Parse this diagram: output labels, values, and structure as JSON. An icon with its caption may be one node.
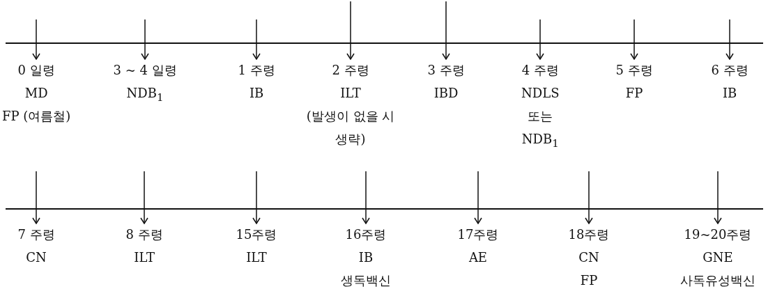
{
  "diagram": {
    "nodes": [
      {
        "text": [
          "0 일령",
          "MD",
          "FP (여름철)"
        ]
      },
      {
        "text": [
          "3 ~ 4 일령",
          "NDB$_{1}$"
        ]
      },
      {
        "text": [
          "1 주령",
          "IB"
        ]
      },
      {
        "text": [
          "2 주령",
          "ILT",
          "(발생이 없을 시 생략)"
        ]
      },
      {
        "text": [
          "3 주령",
          "IBD"
        ]
      },
      {
        "text": [
          "4 주령",
          "NDLS",
          "또는",
          "NDB$_{1}$"
        ]
      },
      {
        "text": [
          "5 주령",
          "FP"
        ]
      },
      {
        "text": [
          "6 주령",
          "IB"
        ]
      },
      {
        "text": [
          "7 주령",
          "CN"
        ]
      },
      {
        "text": [
          "8 주령",
          "ILT"
        ]
      },
      {
        "text": [
          "15주령",
          "ILT"
        ]
      },
      {
        "text": [
          "16주령",
          "IB",
          "생독백신"
        ]
      },
      {
        "text": [
          "17주령",
          "AE"
        ]
      },
      {
        "text": [
          "18주령",
          "CN",
          "FP"
        ]
      },
      {
        "text": [
          "19~20주령",
          "GNE",
          "사독유성백신"
        ]
      }
    ],
    "edges": [
      {
        "from": null,
        "to": 0,
        "arrow": "to"
      },
      {
        "from": null,
        "to": 1,
        "arrow": "to"
      },
      {
        "from": null,
        "to": 2,
        "arrow": "to"
      },
      {
        "from": null,
        "to": 3,
        "arrow": "to"
      },
      {
        "from": null,
        "to": 4,
        "arrow": "to"
      },
      {
        "from": null,
        "to": 5,
        "arrow": "to"
      },
      {
        "from": null,
        "to": 6,
        "arrow": "to"
      },
      {
        "from": null,
        "to": 7,
        "arrow": "to"
      },
      {
        "from": null,
        "to": 8,
        "arrow": "to"
      },
      {
        "from": null,
        "to": 9,
        "arrow": "to"
      },
      {
        "from": null,
        "to": 10,
        "arrow": "to"
      },
      {
        "from": null,
        "to": 11,
        "arrow": "to"
      },
      {
        "from": null,
        "to": 12,
        "arrow": "to"
      },
      {
        "from": null,
        "to": 13,
        "arrow": "to"
      },
      {
        "from": null,
        "to": 14,
        "arrow": "to"
      }
    ]
  }
}
